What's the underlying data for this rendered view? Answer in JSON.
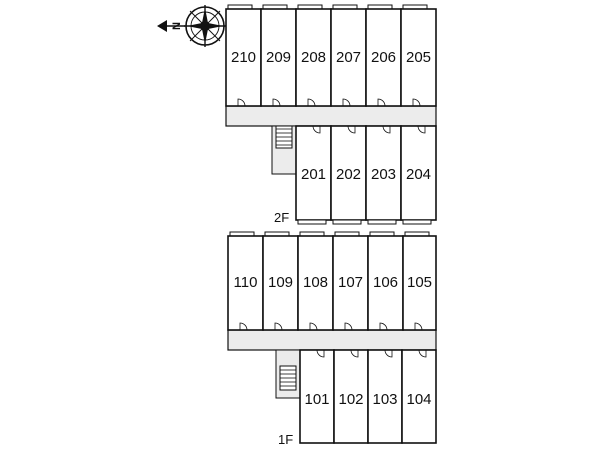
{
  "compass": {
    "letter": "N",
    "icon": "compass-rose-icon",
    "pointing": "left"
  },
  "floors": [
    {
      "label": "2F",
      "rear_units": [
        "210",
        "209",
        "208",
        "207",
        "206",
        "205"
      ],
      "front_units": [
        "201",
        "202",
        "203",
        "204"
      ]
    },
    {
      "label": "1F",
      "rear_units": [
        "110",
        "109",
        "108",
        "107",
        "106",
        "105"
      ],
      "front_units": [
        "101",
        "102",
        "103",
        "104"
      ]
    }
  ],
  "colors": {
    "line": "#111111",
    "corridor": "#ececec",
    "room": "#ffffff"
  }
}
